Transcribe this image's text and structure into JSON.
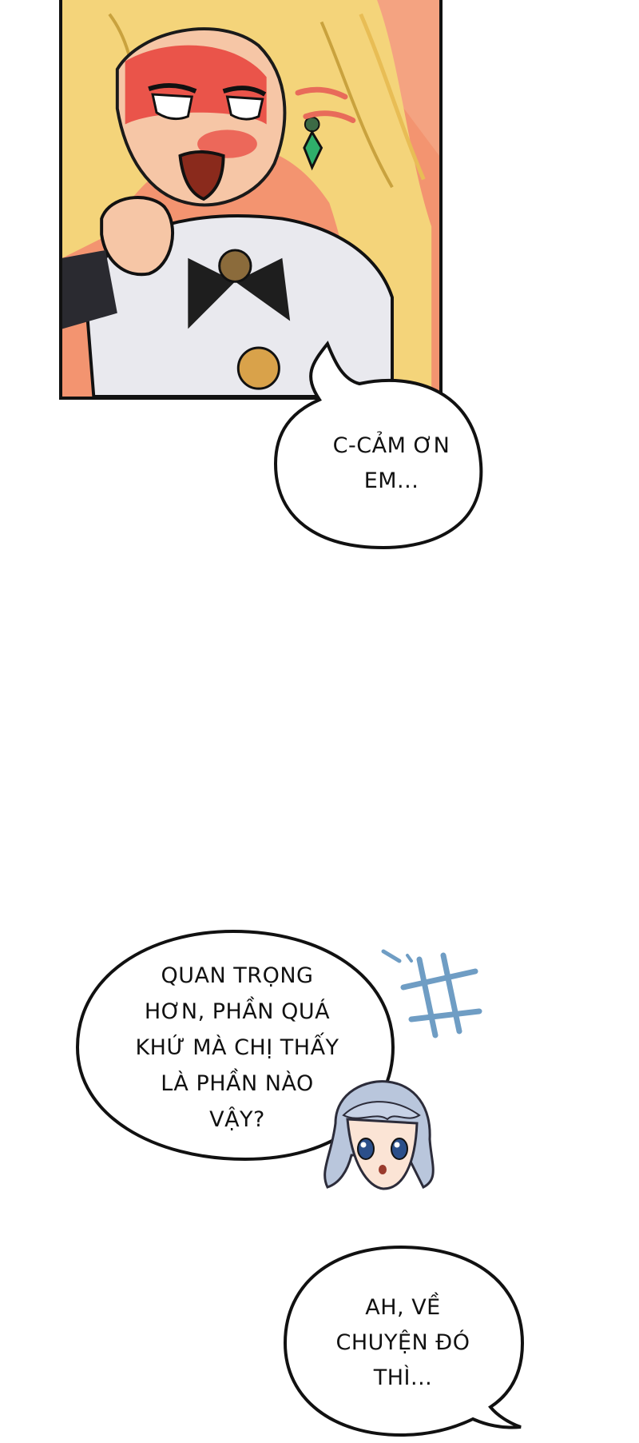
{
  "bubbles": {
    "thanks": {
      "lines": [
        "C-CẢM ƠN",
        "EM..."
      ]
    },
    "question": {
      "lines": [
        "QUAN TRỌNG",
        "HƠN, PHẦN QUÁ",
        "KHỨ MÀ CHỊ THẤY",
        "LÀ PHẦN NÀO",
        "VẬY?"
      ]
    },
    "reply": {
      "lines": [
        "AH, VỀ",
        "CHUYỆN ĐÓ",
        "THÌ..."
      ]
    }
  },
  "colors": {
    "panel_bg": "#f18a63",
    "hair": "#f4d47a",
    "blush": "#e8403a",
    "emerald": "#2fae6a",
    "sfx_blue": "#6f9dc4",
    "chibi_hair": "#b9c6dc"
  }
}
